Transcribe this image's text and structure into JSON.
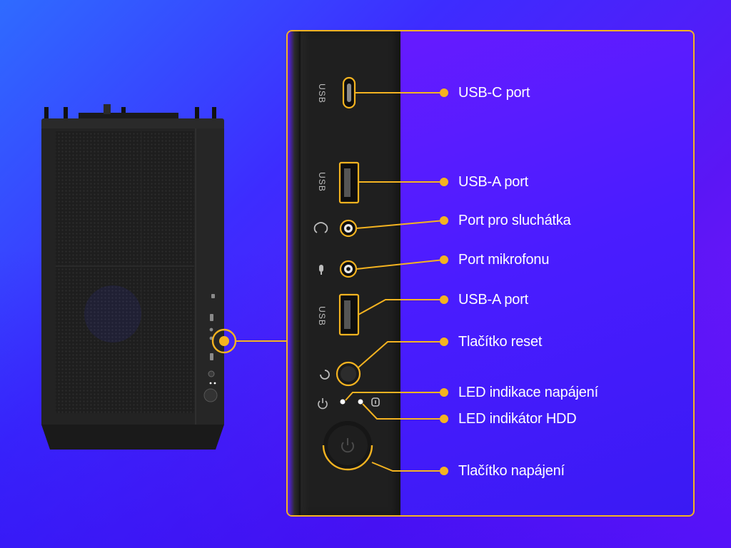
{
  "colors": {
    "accent": "#f4b320",
    "label_text": "#ffffff",
    "case_body": "#232323",
    "background_start": "#2f6bff",
    "background_end": "#7a18ff"
  },
  "strip_text": {
    "usb_c": "USB",
    "usb_a_1": "USB",
    "usb_a_2": "USB"
  },
  "icons": {
    "headphone": "headphone-icon",
    "microphone": "microphone-icon",
    "reset": "reset-icon",
    "power_led": "power-icon",
    "hdd": "hdd-icon",
    "power_button": "power-icon"
  },
  "callouts": [
    {
      "id": "usb-c",
      "label": "USB-C port"
    },
    {
      "id": "usb-a-1",
      "label": "USB-A port"
    },
    {
      "id": "headphone",
      "label": "Port pro sluchátka"
    },
    {
      "id": "microphone",
      "label": "Port mikrofonu"
    },
    {
      "id": "usb-a-2",
      "label": "USB-A port"
    },
    {
      "id": "reset",
      "label": "Tlačítko reset"
    },
    {
      "id": "power-led",
      "label": "LED indikace napájení"
    },
    {
      "id": "hdd-led",
      "label": "LED indikátor HDD"
    },
    {
      "id": "power-button",
      "label": "Tlačítko napájení"
    }
  ]
}
